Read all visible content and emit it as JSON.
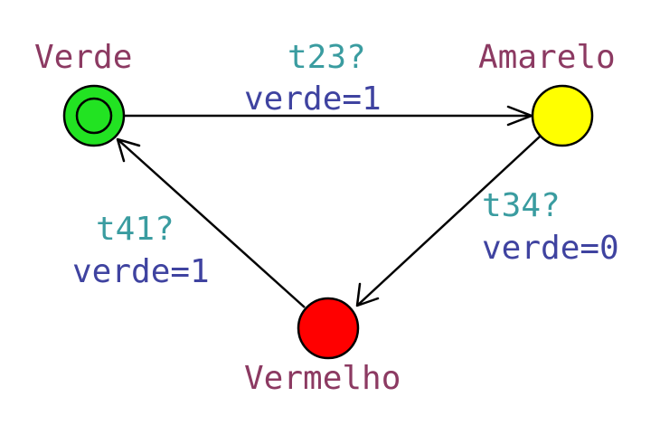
{
  "states": {
    "verde": {
      "label": "Verde",
      "color": "#22e322",
      "initial": true
    },
    "amarelo": {
      "label": "Amarelo",
      "color": "#ffff00",
      "initial": false
    },
    "vermelho": {
      "label": "Vermelho",
      "color": "#ff0000",
      "initial": false
    }
  },
  "transitions": {
    "verde_to_amarelo": {
      "sync": "t23?",
      "assignment": "verde=1"
    },
    "amarelo_to_vermelho": {
      "sync": "t34?",
      "assignment": "verde=0"
    },
    "vermelho_to_verde": {
      "sync": "t41?",
      "assignment": "verde=1"
    }
  }
}
